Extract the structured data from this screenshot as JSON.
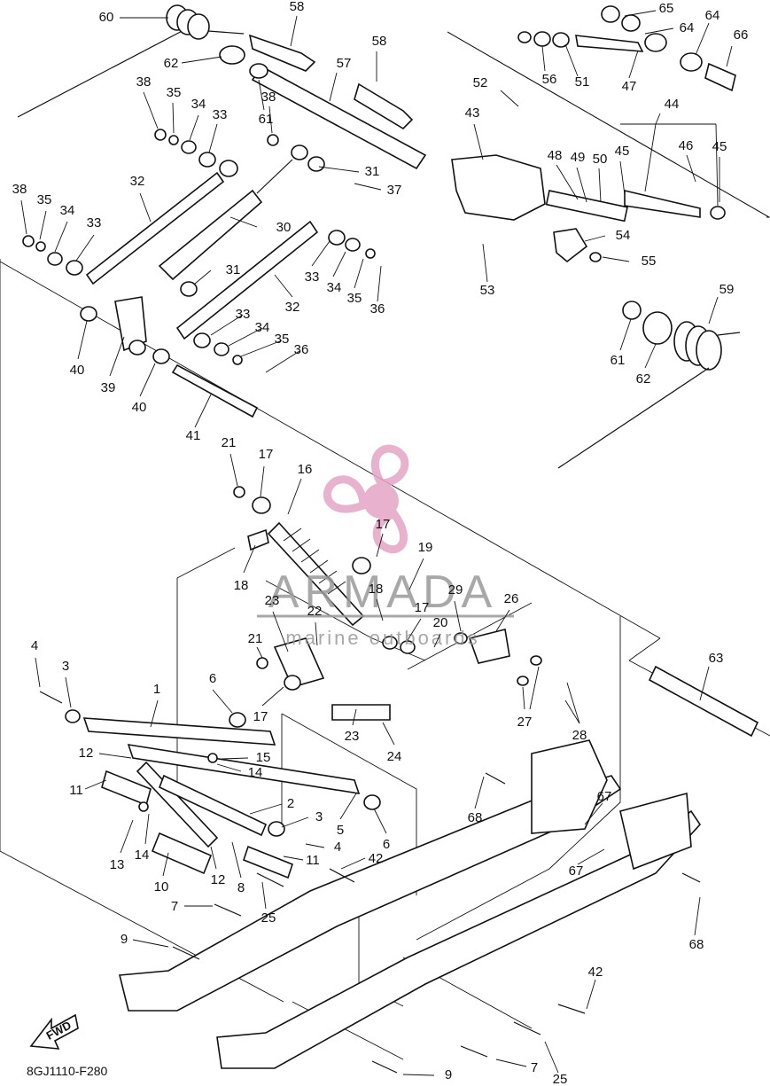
{
  "diagram_code": "8GJ1110-F280",
  "fwd_label": "FWD",
  "watermark": {
    "brand": "ARMADA",
    "tagline": "marine outboards",
    "color": "#e5a5c6"
  },
  "callouts": [
    {
      "id": "c60",
      "text": "60"
    },
    {
      "id": "c58a",
      "text": "58"
    },
    {
      "id": "c65",
      "text": "65"
    },
    {
      "id": "c64a",
      "text": "64"
    },
    {
      "id": "c64b",
      "text": "64"
    },
    {
      "id": "c66",
      "text": "66"
    },
    {
      "id": "c62a",
      "text": "62"
    },
    {
      "id": "c57",
      "text": "57"
    },
    {
      "id": "c58b",
      "text": "58"
    },
    {
      "id": "c56",
      "text": "56"
    },
    {
      "id": "c51",
      "text": "51"
    },
    {
      "id": "c47",
      "text": "47"
    },
    {
      "id": "c38a",
      "text": "38"
    },
    {
      "id": "c35a",
      "text": "35"
    },
    {
      "id": "c34a",
      "text": "34"
    },
    {
      "id": "c33a",
      "text": "33"
    },
    {
      "id": "c61a",
      "text": "61"
    },
    {
      "id": "c38b",
      "text": "38"
    },
    {
      "id": "c52",
      "text": "52"
    },
    {
      "id": "c43",
      "text": "43"
    },
    {
      "id": "c44",
      "text": "44"
    },
    {
      "id": "c46",
      "text": "46"
    },
    {
      "id": "c45a",
      "text": "45"
    },
    {
      "id": "c45b",
      "text": "45"
    },
    {
      "id": "c48",
      "text": "48"
    },
    {
      "id": "c49",
      "text": "49"
    },
    {
      "id": "c50",
      "text": "50"
    },
    {
      "id": "c31a",
      "text": "31"
    },
    {
      "id": "c37",
      "text": "37"
    },
    {
      "id": "c38c",
      "text": "38"
    },
    {
      "id": "c35b",
      "text": "35"
    },
    {
      "id": "c34b",
      "text": "34"
    },
    {
      "id": "c33b",
      "text": "33"
    },
    {
      "id": "c32a",
      "text": "32"
    },
    {
      "id": "c30",
      "text": "30"
    },
    {
      "id": "c54",
      "text": "54"
    },
    {
      "id": "c55",
      "text": "55"
    },
    {
      "id": "c53",
      "text": "53"
    },
    {
      "id": "c31b",
      "text": "31"
    },
    {
      "id": "c33c",
      "text": "33"
    },
    {
      "id": "c34c",
      "text": "34"
    },
    {
      "id": "c35c",
      "text": "35"
    },
    {
      "id": "c36a",
      "text": "36"
    },
    {
      "id": "c32b",
      "text": "32"
    },
    {
      "id": "c59",
      "text": "59"
    },
    {
      "id": "c33d",
      "text": "33"
    },
    {
      "id": "c34d",
      "text": "34"
    },
    {
      "id": "c35d",
      "text": "35"
    },
    {
      "id": "c36b",
      "text": "36"
    },
    {
      "id": "c40a",
      "text": "40"
    },
    {
      "id": "c39",
      "text": "39"
    },
    {
      "id": "c40b",
      "text": "40"
    },
    {
      "id": "c61b",
      "text": "61"
    },
    {
      "id": "c62b",
      "text": "62"
    },
    {
      "id": "c41",
      "text": "41"
    },
    {
      "id": "c21a",
      "text": "21"
    },
    {
      "id": "c17a",
      "text": "17"
    },
    {
      "id": "c16",
      "text": "16"
    },
    {
      "id": "c17b",
      "text": "17"
    },
    {
      "id": "c19",
      "text": "19"
    },
    {
      "id": "c18a",
      "text": "18"
    },
    {
      "id": "c18b",
      "text": "18"
    },
    {
      "id": "c23a",
      "text": "23"
    },
    {
      "id": "c22",
      "text": "22"
    },
    {
      "id": "c29",
      "text": "29"
    },
    {
      "id": "c26",
      "text": "26"
    },
    {
      "id": "c17c",
      "text": "17"
    },
    {
      "id": "c20",
      "text": "20"
    },
    {
      "id": "c63",
      "text": "63"
    },
    {
      "id": "c4a",
      "text": "4"
    },
    {
      "id": "c3a",
      "text": "3"
    },
    {
      "id": "c21b",
      "text": "21"
    },
    {
      "id": "c6a",
      "text": "6"
    },
    {
      "id": "c1",
      "text": "1"
    },
    {
      "id": "c17d",
      "text": "17"
    },
    {
      "id": "c23b",
      "text": "23"
    },
    {
      "id": "c27",
      "text": "27"
    },
    {
      "id": "c28",
      "text": "28"
    },
    {
      "id": "c24",
      "text": "24"
    },
    {
      "id": "c12a",
      "text": "12"
    },
    {
      "id": "c15",
      "text": "15"
    },
    {
      "id": "c14a",
      "text": "14"
    },
    {
      "id": "c11a",
      "text": "11"
    },
    {
      "id": "c2",
      "text": "2"
    },
    {
      "id": "c5",
      "text": "5"
    },
    {
      "id": "c6b",
      "text": "6"
    },
    {
      "id": "c3b",
      "text": "3"
    },
    {
      "id": "c68a",
      "text": "68"
    },
    {
      "id": "c67a",
      "text": "67"
    },
    {
      "id": "c13",
      "text": "13"
    },
    {
      "id": "c14b",
      "text": "14"
    },
    {
      "id": "c4b",
      "text": "4"
    },
    {
      "id": "c10",
      "text": "10"
    },
    {
      "id": "c12b",
      "text": "12"
    },
    {
      "id": "c8",
      "text": "8"
    },
    {
      "id": "c11b",
      "text": "11"
    },
    {
      "id": "c42a",
      "text": "42"
    },
    {
      "id": "c67b",
      "text": "67"
    },
    {
      "id": "c7a",
      "text": "7"
    },
    {
      "id": "c25a",
      "text": "25"
    },
    {
      "id": "c68b",
      "text": "68"
    },
    {
      "id": "c9a",
      "text": "9"
    },
    {
      "id": "c42b",
      "text": "42"
    },
    {
      "id": "c7b",
      "text": "7"
    },
    {
      "id": "c9b",
      "text": "9"
    },
    {
      "id": "c25b",
      "text": "25"
    }
  ]
}
